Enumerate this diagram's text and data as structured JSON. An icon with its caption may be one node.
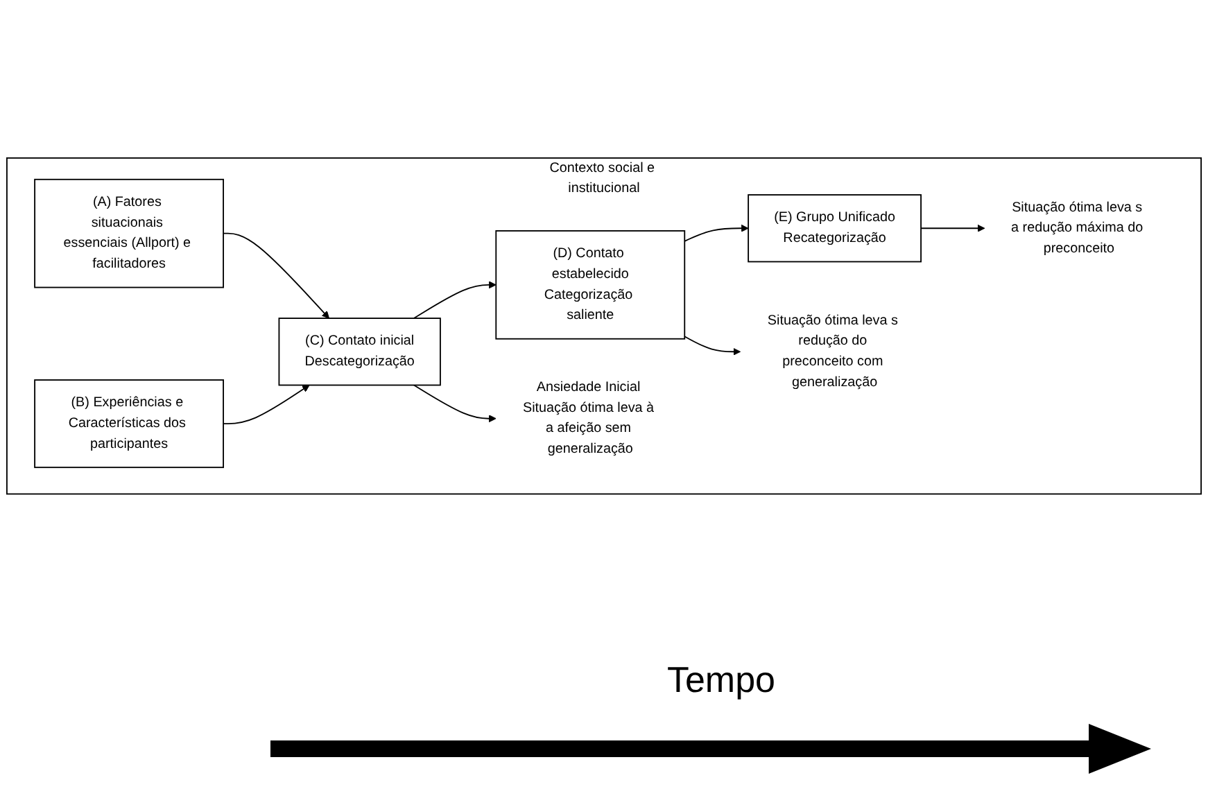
{
  "diagram": {
    "nodes": [
      {
        "text": [
          "Contexto social e institucional"
        ]
      },
      {
        "text": [
          "(A) Fatores situacionais essenciais (Allport) e facilitadores"
        ],
        "in": 0
      },
      {
        "text": [
          "(B) Experiências e Características dos participantes"
        ],
        "in": 0
      },
      {
        "text": [
          "(C) Contato inicial",
          "Descategorização"
        ],
        "in": 0
      },
      {
        "text": [
          "(D) Contato estabelecido",
          "Categorização saliente"
        ],
        "in": 0
      },
      {
        "text": [
          "(E) Grupo Unificado",
          "Recategorização"
        ],
        "in": 0
      },
      {
        "text": [
          "Ansiedade Inicial Situação ótima leva à a afeição sem generalização"
        ],
        "in": 0
      },
      {
        "text": [
          "Situação ótima leva s redução do preconceito com generalização"
        ],
        "in": 0
      },
      {
        "text": [
          "Situação ótima leva s a redução máxima do preconceito"
        ],
        "in": 0
      }
    ],
    "edges": [
      {
        "from": 1,
        "to": 3,
        "arrow": "to"
      },
      {
        "from": 2,
        "to": 3,
        "arrow": "to"
      },
      {
        "from": 3,
        "to": 4,
        "arrow": "to"
      },
      {
        "from": 4,
        "to": 5,
        "arrow": "to"
      },
      {
        "from": 3,
        "to": 6,
        "arrow": "to"
      },
      {
        "from": 4,
        "to": 7,
        "arrow": "to"
      },
      {
        "from": 5,
        "to": 8,
        "arrow": "to"
      }
    ],
    "labels": [
      "Tempo"
    ]
  }
}
